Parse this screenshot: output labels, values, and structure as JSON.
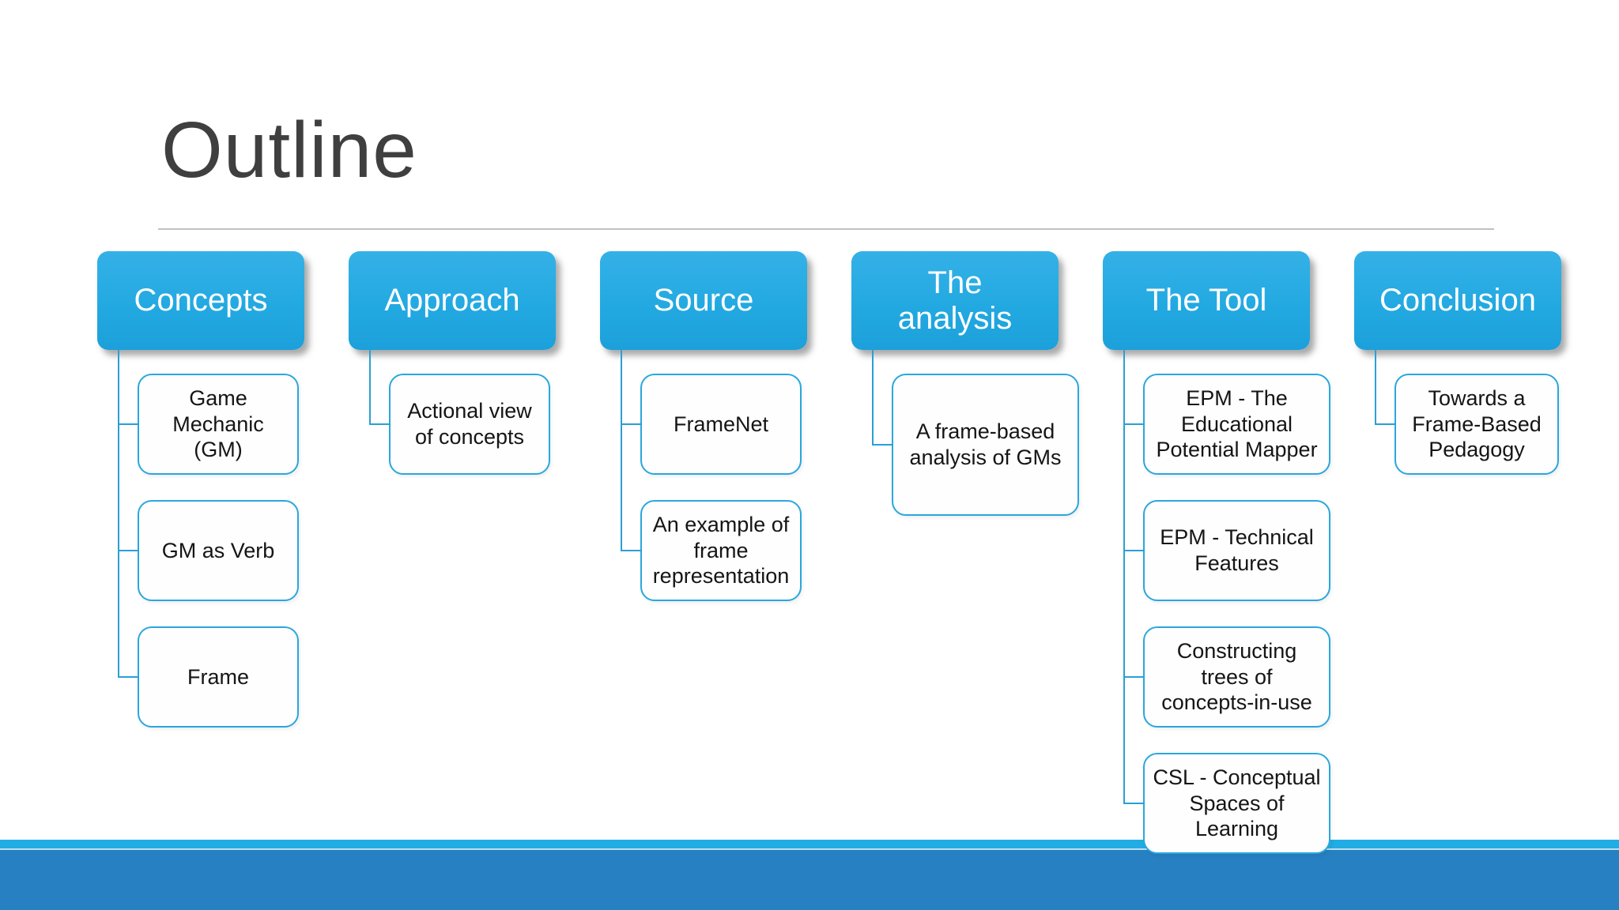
{
  "slide": {
    "title": "Outline",
    "columns": [
      {
        "id": "concepts",
        "header": "Concepts",
        "children": [
          "Game Mechanic (GM)",
          "GM as Verb",
          "Frame"
        ]
      },
      {
        "id": "approach",
        "header": "Approach",
        "children": [
          "Actional view of concepts"
        ]
      },
      {
        "id": "source",
        "header": "Source",
        "children": [
          "FrameNet",
          "An example of frame representation"
        ]
      },
      {
        "id": "the-analysis",
        "header": "The\nanalysis",
        "children": [
          "A frame-based analysis of GMs"
        ]
      },
      {
        "id": "the-tool",
        "header": "The Tool",
        "children": [
          "EPM - The Educational Potential Mapper",
          "EPM - Technical Features",
          "Constructing trees of concepts-in-use",
          "CSL - Conceptual Spaces of Learning"
        ]
      },
      {
        "id": "conclusion",
        "header": "Conclusion",
        "children": [
          "Towards a Frame-Based Pedagogy"
        ]
      }
    ]
  },
  "colors": {
    "accent_blue": "#23A9E1",
    "node_border_blue": "#2AA7DE",
    "connector_blue": "#2B9FD6",
    "footer_stripe_blue": "#21ACE3",
    "footer_band_blue": "#2780C2",
    "title_gray": "#3F3F3F"
  }
}
